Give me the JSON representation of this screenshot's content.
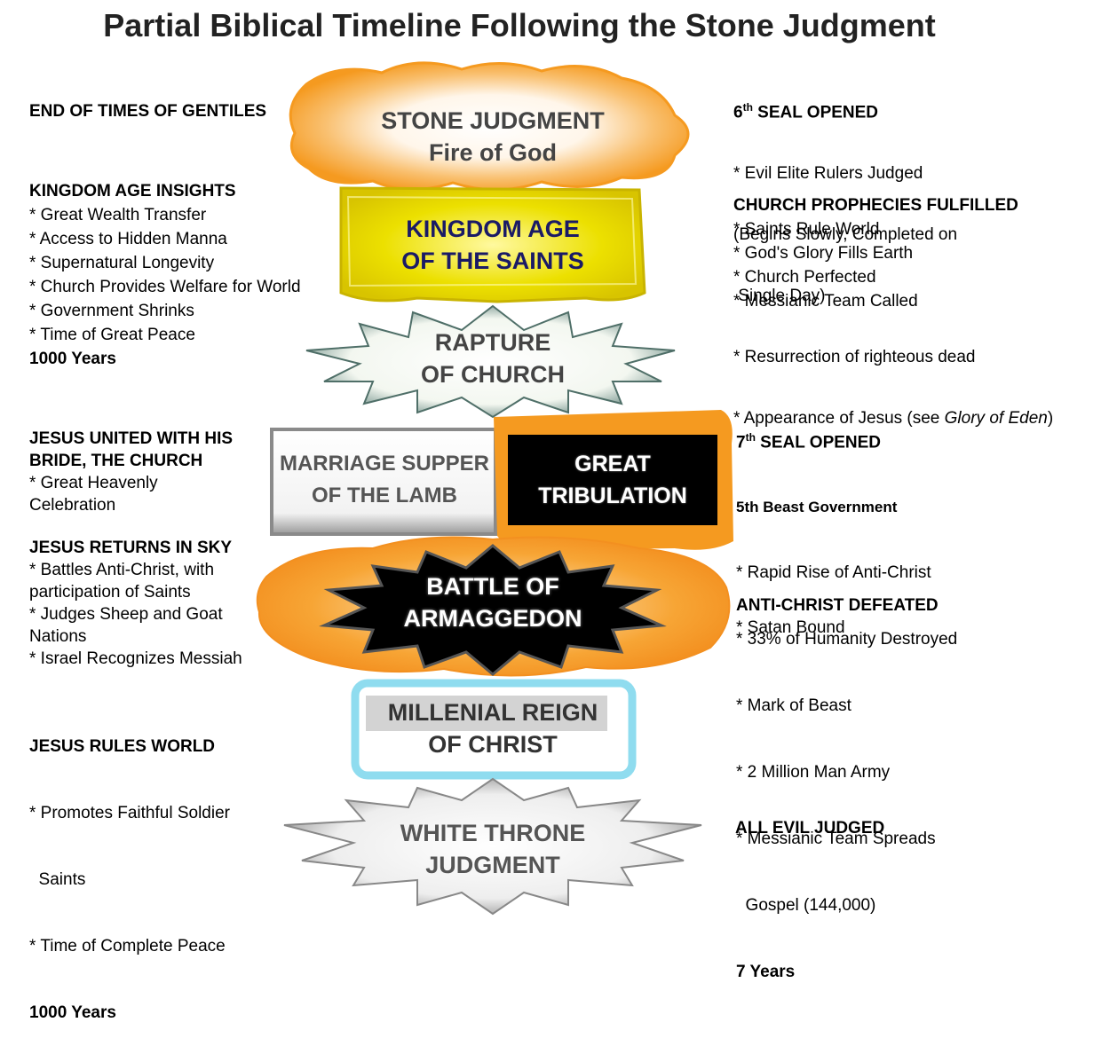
{
  "title": "Partial Biblical Timeline Following the Stone Judgment",
  "colors": {
    "orange": "#f7a030",
    "gold": "#e6d000",
    "navy": "#1a1a66",
    "gray_text": "#444444",
    "cyan": "#8fdcef",
    "black": "#000000"
  },
  "stages": {
    "stone": {
      "line1": "STONE JUDGMENT",
      "line2": "Fire of God"
    },
    "kingdom": {
      "line1": "KINGDOM AGE",
      "line2": "OF THE SAINTS"
    },
    "rapture": {
      "line1": "RAPTURE",
      "line2": "OF CHURCH"
    },
    "marriage": {
      "line1": "MARRIAGE SUPPER",
      "line2": "OF THE LAMB"
    },
    "tribulation": {
      "line1": "GREAT",
      "line2": "TRIBULATION"
    },
    "armageddon": {
      "line1": "BATTLE OF",
      "line2": "ARMAGGEDON"
    },
    "millenial": {
      "line1": "MILLENIAL REIGN",
      "line2": "OF CHRIST"
    },
    "white_throne": {
      "line1": "WHITE THRONE",
      "line2": "JUDGMENT"
    }
  },
  "left": {
    "gentiles": "END OF TIMES OF GENTILES",
    "kingdom_insights": {
      "heading": "KINGDOM AGE INSIGHTS",
      "items": [
        "* Great Wealth Transfer",
        "* Access to Hidden Manna",
        "* Supernatural Longevity",
        "* Church Provides Welfare for World",
        "* Government Shrinks",
        "* Time of Great Peace"
      ],
      "duration": "1000 Years"
    },
    "bride": {
      "heading1": "JESUS UNITED WITH HIS",
      "heading2": "BRIDE, THE CHURCH",
      "item1": "* Great Heavenly",
      "item2": "Celebration"
    },
    "returns": {
      "heading": "JESUS RETURNS IN SKY",
      "lines": [
        "* Battles Anti-Christ, with",
        "participation of Saints",
        "* Judges Sheep and Goat",
        "Nations",
        "* Israel Recognizes Messiah"
      ]
    },
    "rules": {
      "heading": "JESUS RULES WORLD",
      "lines": [
        "* Promotes Faithful Soldier",
        "  Saints",
        "* Time of Complete Peace"
      ],
      "duration": "1000 Years"
    }
  },
  "right": {
    "sixth_seal": {
      "heading_num": "6",
      "heading_sup": "th",
      "heading_rest": " SEAL OPENED",
      "lines": [
        "* Evil Elite Rulers Judged",
        "(Begins Slowly, Completed on",
        " Single Day)",
        "* Resurrection of righteous dead"
      ],
      "appearance_prefix": "* Appearance of Jesus (see ",
      "appearance_italic": "Glory of Eden",
      "appearance_suffix": ")"
    },
    "church_prophecies": {
      "heading": "CHURCH PROPHECIES FULFILLED",
      "items": [
        "* Saints Rule World",
        "* God's Glory Fills Earth",
        "* Church Perfected",
        "* Messianic Team Called"
      ]
    },
    "seventh_seal": {
      "heading_num": "7",
      "heading_sup": "th",
      "heading_rest": " SEAL OPENED",
      "subheading": "5th Beast Government",
      "lines": [
        "* Rapid Rise of Anti-Christ",
        "* 33% of Humanity Destroyed",
        "* Mark of Beast",
        "* 2 Million Man Army",
        "* Messianic Team Spreads",
        "  Gospel (144,000)"
      ],
      "duration": "7 Years"
    },
    "antichrist": {
      "heading": "ANTI-CHRIST DEFEATED",
      "item": "* Satan Bound"
    },
    "evil_judged": "ALL EVIL JUDGED"
  }
}
